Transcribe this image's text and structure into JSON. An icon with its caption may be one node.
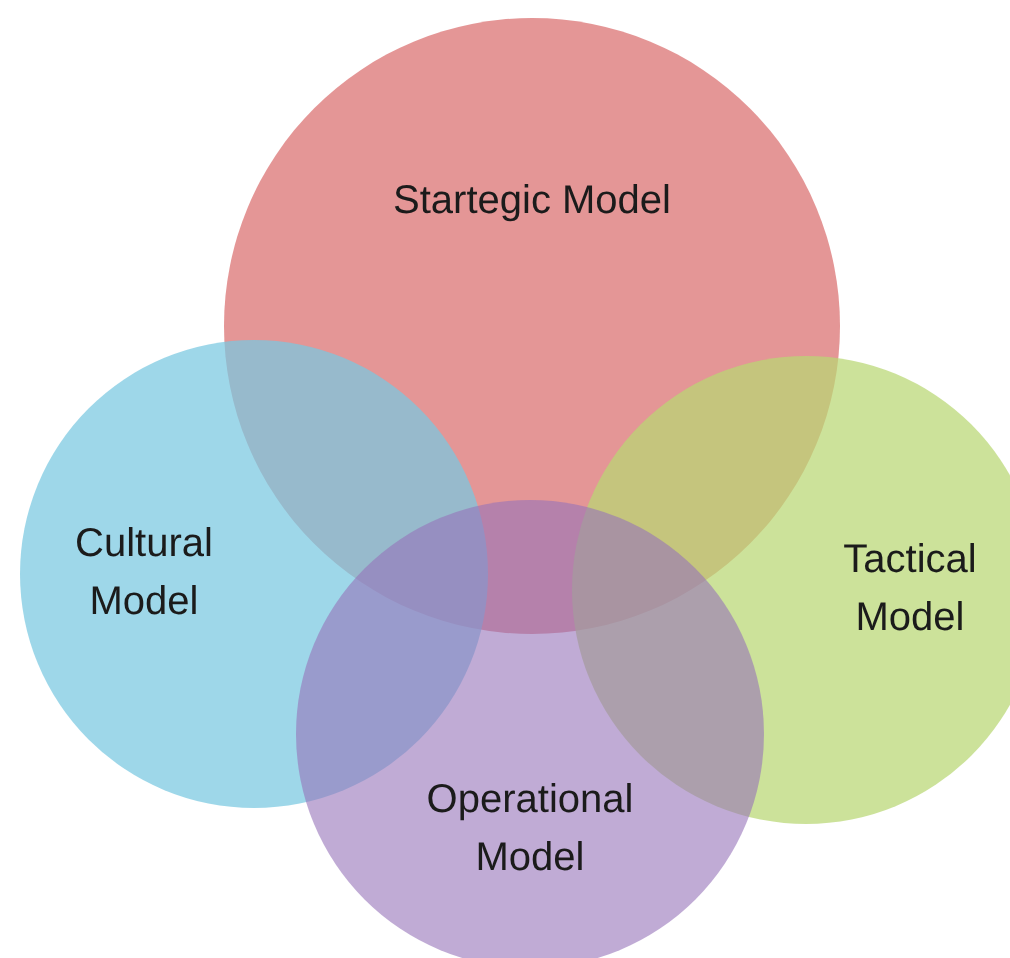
{
  "diagram": {
    "nodes": [
      {
        "text": [
          "Startegic Model"
        ]
      },
      {
        "text": [
          "Cultural Model"
        ]
      },
      {
        "text": [
          "Tactical Model"
        ]
      },
      {
        "text": [
          "Operational Model"
        ]
      }
    ]
  }
}
